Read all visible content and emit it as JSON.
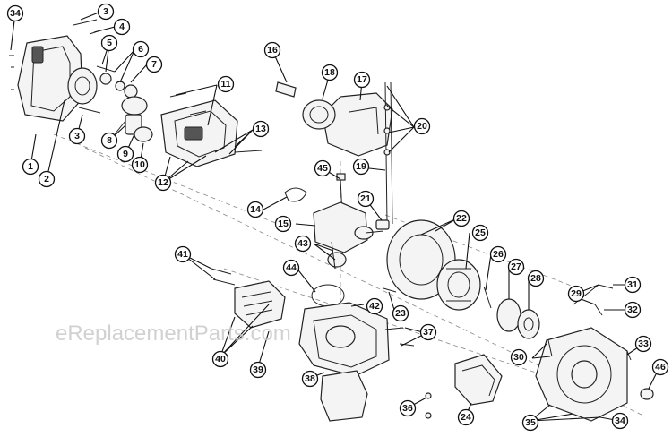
{
  "watermark": "eReplacementParts.com",
  "callouts": [
    "34",
    "3",
    "4",
    "5",
    "6",
    "7",
    "1",
    "2",
    "3",
    "8",
    "9",
    "10",
    "11",
    "12",
    "13",
    "16",
    "18",
    "17",
    "20",
    "19",
    "14",
    "15",
    "45",
    "21",
    "43",
    "22",
    "25",
    "26",
    "27",
    "28",
    "44",
    "41",
    "42",
    "23",
    "29",
    "31",
    "32",
    "33",
    "30",
    "40",
    "39",
    "37",
    "38",
    "36",
    "24",
    "35",
    "34",
    "46"
  ]
}
